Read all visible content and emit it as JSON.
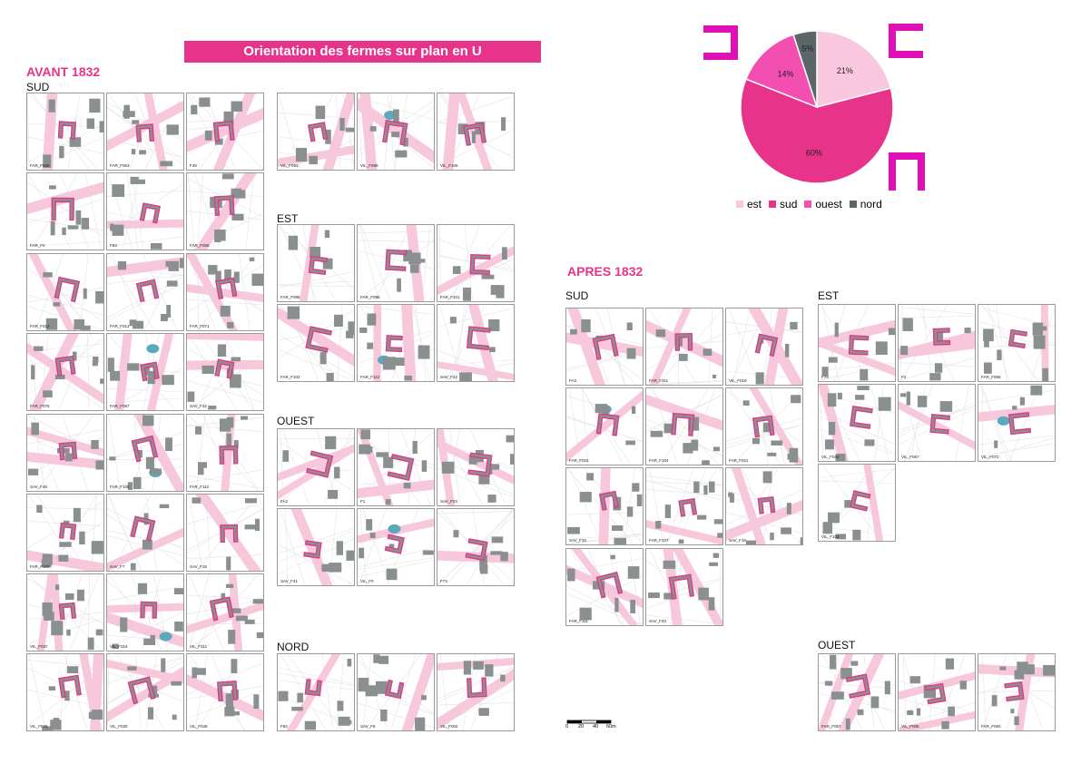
{
  "title": "Orientation des fermes sur plan en  U",
  "colors": {
    "accent": "#e8338a",
    "est": "#f9c8df",
    "sud": "#e8338a",
    "ouest": "#f24fb0",
    "nord": "#5a6668",
    "road": "#f7c7dc",
    "building": "#8a8f8f",
    "water": "#5aaabb",
    "frame": "#e8338a"
  },
  "avant": {
    "heading": "AVANT 1832",
    "groups": [
      {
        "id": "sud",
        "label": "SUD",
        "codes": [
          "FAR_F058",
          "FAR_F063",
          "F49",
          "VIL_F093",
          "VIL_F099",
          "VIL_F105",
          "FAR_F0",
          "F83",
          "FAR_F065",
          "FAR_F012",
          "FAR_F013",
          "FAR_F071",
          "FAR_F076",
          "FAR_F087",
          "SAV_F32",
          "SAV_F48",
          "FAR_F108",
          "FAR_F112",
          "FAR_F109",
          "SAV_F7",
          "SAV_F19",
          "VIL_F037",
          "VIL_F316",
          "VIL_F311",
          "VIL_F025",
          "VIL_F030",
          "VIL_F049"
        ]
      },
      {
        "id": "est",
        "label": "EST",
        "codes": [
          "FAR_F095",
          "FAR_F096",
          "FAR_F101",
          "FAR_F102",
          "FAR_F112",
          "SAV_F22"
        ]
      },
      {
        "id": "ouest",
        "label": "OUEST",
        "codes": [
          "FA2",
          "F1",
          "SAV_F23",
          "SAV_F41",
          "VIL_F0",
          "F73"
        ]
      },
      {
        "id": "nord",
        "label": "NORD",
        "codes": [
          "F84",
          "SAV_F8",
          "VIL_F002"
        ]
      }
    ]
  },
  "apres": {
    "heading": "APRES 1832",
    "groups": [
      {
        "id": "sud",
        "label": "SUD",
        "codes": [
          "FA3",
          "FAR_F311",
          "VIL_F018",
          "FAR_F015",
          "FAR_F104",
          "FAR_F021",
          "SAV_F15",
          "FAR_F107",
          "SAV_F18",
          "FAR_F111",
          "SAV_F33"
        ]
      },
      {
        "id": "est",
        "label": "EST",
        "codes": [
          "F78",
          "F4",
          "FAR_F056",
          "VIL_F043",
          "VIL_F067",
          "VIL_F072",
          "VIL_F103"
        ]
      },
      {
        "id": "ouest",
        "label": "OUEST",
        "codes": [
          "FAR_F057",
          "VIL_F005",
          "FAR_F060"
        ]
      }
    ]
  },
  "scale": {
    "ticks": [
      "0",
      "20",
      "40",
      "60m"
    ]
  },
  "chart_data": {
    "type": "pie",
    "slices": [
      {
        "name": "est",
        "value": 21,
        "label": "21%"
      },
      {
        "name": "sud",
        "value": 60,
        "label": "60%"
      },
      {
        "name": "ouest",
        "value": 14,
        "label": "14%"
      },
      {
        "name": "nord",
        "value": 5,
        "label": "5%"
      }
    ],
    "legend": "bottom",
    "legend_labels": [
      "est",
      "sud",
      "ouest",
      "nord"
    ]
  }
}
